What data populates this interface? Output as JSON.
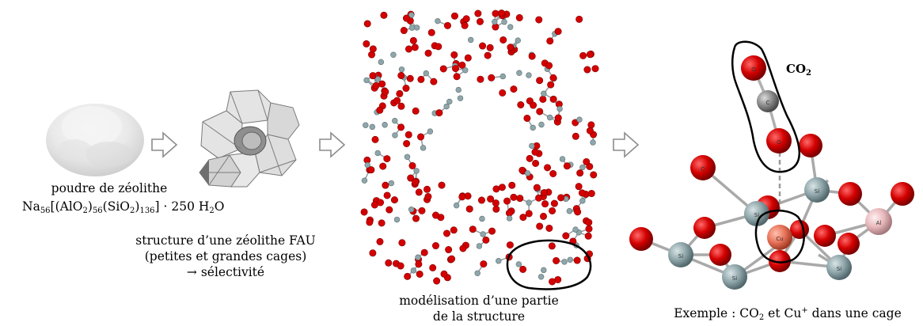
{
  "powder": {
    "caption": "poudre de zéolithe",
    "formula": {
      "na": "Na",
      "na_sub": "56",
      "open": "[(AlO",
      "o2_sub_a": "2",
      "mid1": ")",
      "al_sub": "56",
      "mid2": "(SiO",
      "o2_sub_b": "2",
      "mid3": ")",
      "si_sub": "136",
      "close": "] · 250 H",
      "h_sub": "2",
      "tail": "O"
    }
  },
  "framework": {
    "caption_line1": "structure d’une zéolithe FAU",
    "caption_line2": "(petites et grandes cages)",
    "caption_line3": "→ sélectivité"
  },
  "model": {
    "caption_line1": "modélisation d’une partie",
    "caption_line2": "de la structure"
  },
  "cage": {
    "co2_tag": "CO",
    "co2_tag_sub": "2",
    "caption_pre": "Exemple : CO",
    "caption_sub": "2",
    "caption_mid": " et Cu",
    "caption_sup": "+",
    "caption_post": " dans une cage",
    "atom_labels": {
      "oxygen": "O",
      "carbon": "C",
      "silicon": "Si",
      "copper": "Cu",
      "aluminium": "Al"
    }
  },
  "colors": {
    "oxygen": "#d40000",
    "silicon": "#8fa6aa",
    "carbon": "#8a8a8a",
    "copper": "#e8735a",
    "aluminium": "#e8b8bc",
    "bond": "#9aa0a3",
    "arrow": "#8c8c8c",
    "outline": "#000000"
  },
  "icons": {
    "step_arrow": "hollow-right-arrow-icon"
  }
}
